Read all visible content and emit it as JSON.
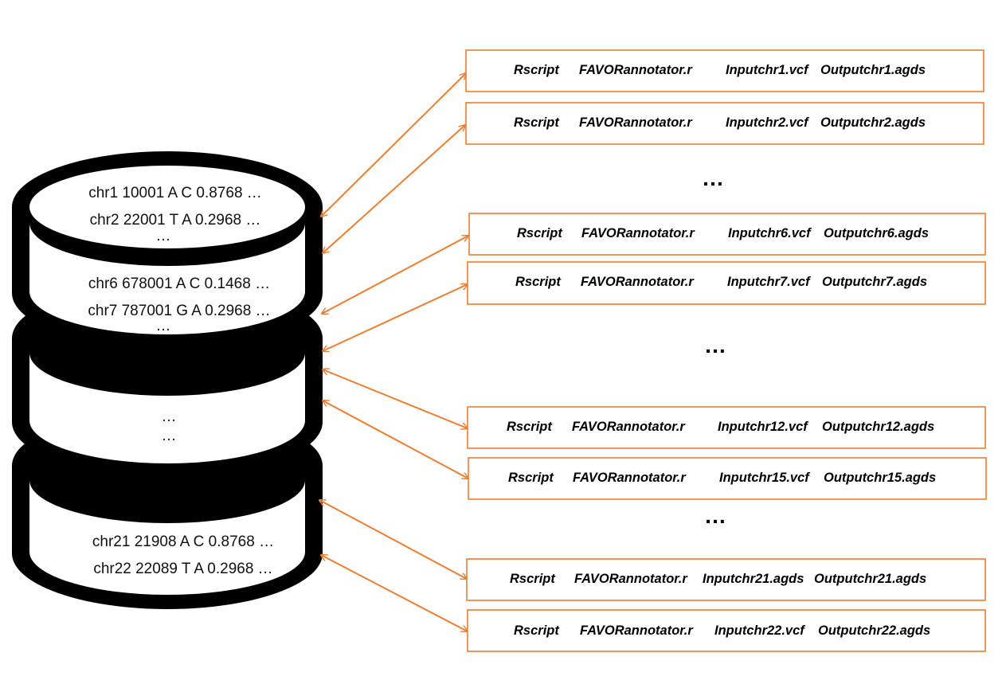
{
  "colors": {
    "accent": "#ED7D31",
    "disk": "#000000",
    "text": "#111111"
  },
  "database": {
    "icon": "stacked-database-icon",
    "section1": {
      "row1": "chr1 10001 A C  0.8768 …",
      "row2": "chr2 22001 T A  0.2968 …",
      "dots1": "…",
      "row3": "chr6 678001 A C  0.1468 …",
      "row4": "chr7 787001 G A  0.2968 …",
      "dots2": "…"
    },
    "section2": {
      "dots1": "…",
      "dots2": "…"
    },
    "section3": {
      "row1": "chr21 21908 A C  0.8768 …",
      "row2": "chr22 22089 T A  0.2968 …"
    }
  },
  "commands": [
    {
      "rscript": "Rscript",
      "script": "FAVORannotator.r",
      "input": "Inputchr1.vcf",
      "output": "Outputchr1.agds"
    },
    {
      "rscript": "Rscript",
      "script": "FAVORannotator.r",
      "input": "Inputchr2.vcf",
      "output": "Outputchr2.agds"
    },
    {
      "rscript": "Rscript",
      "script": "FAVORannotator.r",
      "input": "Inputchr6.vcf",
      "output": "Outputchr6.agds"
    },
    {
      "rscript": "Rscript",
      "script": "FAVORannotator.r",
      "input": "Inputchr7.vcf",
      "output": "Outputchr7.agds"
    },
    {
      "rscript": "Rscript",
      "script": "FAVORannotator.r",
      "input": "Inputchr12.vcf",
      "output": "Outputchr12.agds"
    },
    {
      "rscript": "Rscript",
      "script": "FAVORannotator.r",
      "input": "Inputchr15.vcf",
      "output": "Outputchr15.agds"
    },
    {
      "rscript": "Rscript",
      "script": "FAVORannotator.r",
      "input": "Inputchr21.agds",
      "output": "Outputchr21.agds"
    },
    {
      "rscript": "Rscript",
      "script": "FAVORannotator.r",
      "input": "Inputchr22.vcf",
      "output": "Outputchr22.agds"
    }
  ],
  "ellipses": [
    "…",
    "…",
    "…"
  ]
}
